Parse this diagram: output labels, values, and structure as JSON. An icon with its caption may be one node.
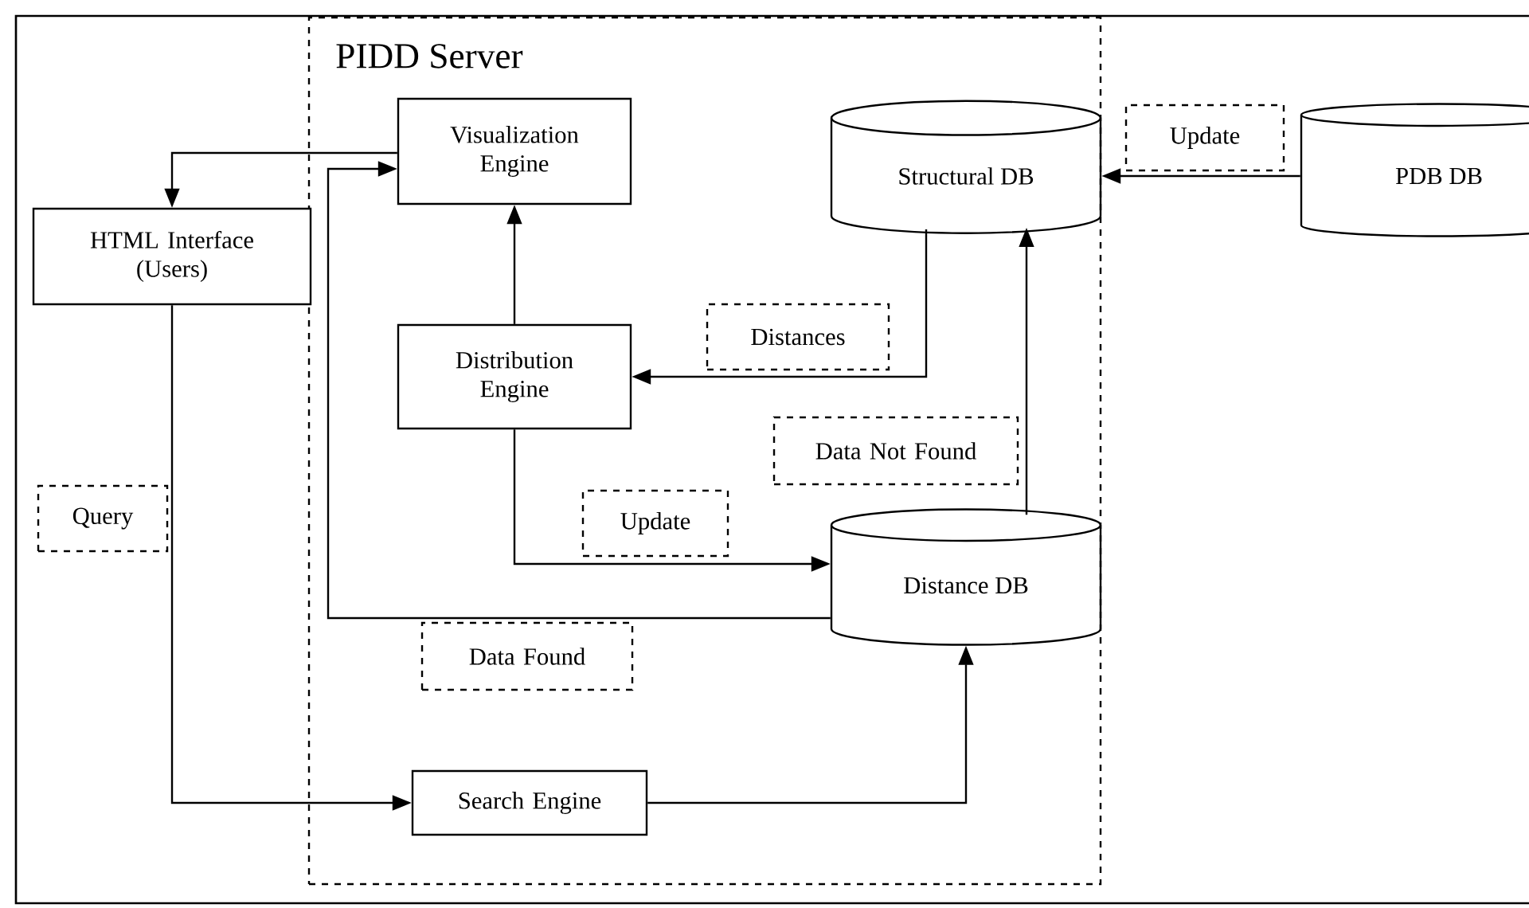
{
  "diagram": {
    "nodes": [
      {
        "text": [
          "PIDD Server"
        ]
      },
      {
        "text": [
          "Visualization Engine"
        ],
        "in": 0
      },
      {
        "text": [
          "Structural DB"
        ],
        "in": 0
      },
      {
        "text": [
          "Update"
        ]
      },
      {
        "text": [
          "PDB DB"
        ]
      },
      {
        "text": [
          "HTML Interface (Users)"
        ]
      },
      {
        "text": [
          "Distribution Engine"
        ],
        "in": 0
      },
      {
        "text": [
          "Distances"
        ],
        "in": 0
      },
      {
        "text": [
          "Data Not Found"
        ],
        "in": 0
      },
      {
        "text": [
          "Query"
        ]
      },
      {
        "text": [
          "Update"
        ],
        "in": 0
      },
      {
        "text": [
          "Distance DB"
        ],
        "in": 0
      },
      {
        "text": [
          "Data Found"
        ],
        "in": 0
      },
      {
        "text": [
          "Search Engine"
        ],
        "in": 0
      }
    ],
    "edges": [
      {
        "from": 1,
        "to": 5,
        "arrow": "to"
      },
      {
        "from": 11,
        "to": 1,
        "arrow": "to"
      },
      {
        "from": 6,
        "to": 1,
        "arrow": "to"
      },
      {
        "from": 2,
        "to": 6,
        "arrow": "to"
      },
      {
        "from": 4,
        "to": 2,
        "arrow": "to"
      },
      {
        "from": 11,
        "to": 2,
        "arrow": "to"
      },
      {
        "from": 6,
        "to": 11,
        "arrow": "to"
      },
      {
        "from": 5,
        "to": 13,
        "arrow": "to"
      },
      {
        "from": 13,
        "to": 11,
        "arrow": "to"
      }
    ]
  }
}
